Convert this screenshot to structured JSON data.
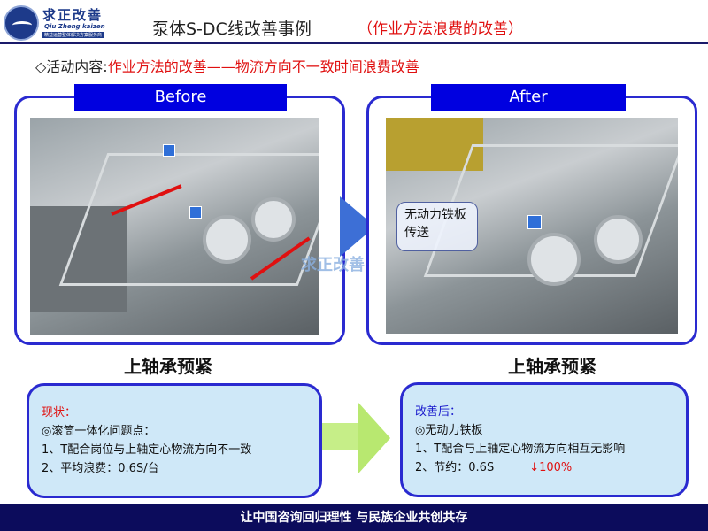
{
  "logo": {
    "name": "求正改善",
    "pinyin": "Qiu Zheng kaizen",
    "tagline": "精益运营整体解决方案服务商"
  },
  "header": {
    "title": "泵体S-DC线改善事例",
    "subtitle": "（作业方法浪费的改善）"
  },
  "activity": {
    "prefix": "◇活动内容:",
    "content": "作业方法的改善——物流方向不一致时间浪费改善"
  },
  "before": {
    "label": "Before",
    "caption": "上轴承预紧"
  },
  "after": {
    "label": "After",
    "caption": "上轴承预紧",
    "callout": "无动力铁板传送"
  },
  "watermark": {
    "name": "求正改善"
  },
  "current": {
    "heading": "现状：",
    "lines": [
      "◎滚筒一体化问题点：",
      "1、T配合岗位与上轴定心物流方向不一致",
      "2、平均浪费：0.6S/台"
    ]
  },
  "improved": {
    "heading": "改善后：",
    "lines": [
      "◎无动力铁板",
      "1、T配合与上轴定心物流方向相互无影响",
      "2、节约：0.6S"
    ],
    "reduction": "↓100%"
  },
  "footer": {
    "slogan": "让中国咨询回归理性  与民族企业共创共存"
  },
  "colors": {
    "navy": "#0c0c5c",
    "accent_red": "#e01010",
    "label_blue": "#0000e0"
  }
}
